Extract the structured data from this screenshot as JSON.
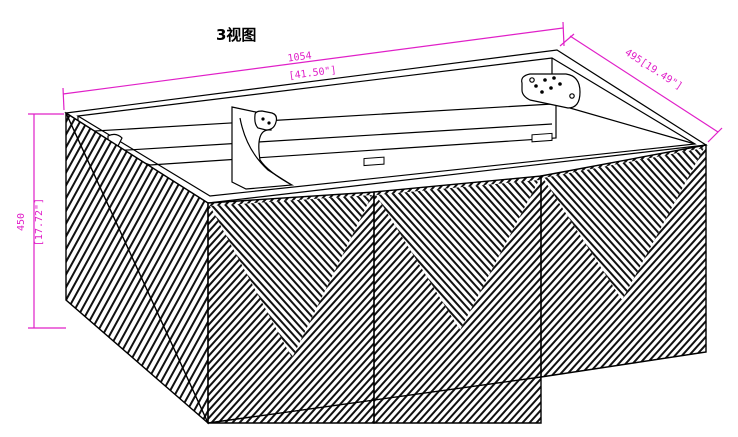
{
  "title": "3视图",
  "dimensions": {
    "width": {
      "mm": "1054",
      "inch": "[41.50\"]"
    },
    "depth": {
      "mm": "495",
      "inch": "[19.49\"]"
    },
    "height": {
      "mm": "450",
      "inch": "[17.72\"]"
    }
  },
  "colors": {
    "dimension_line": "#e020c8",
    "outline": "#000000",
    "hatch": "#111111",
    "background": "#ffffff"
  }
}
